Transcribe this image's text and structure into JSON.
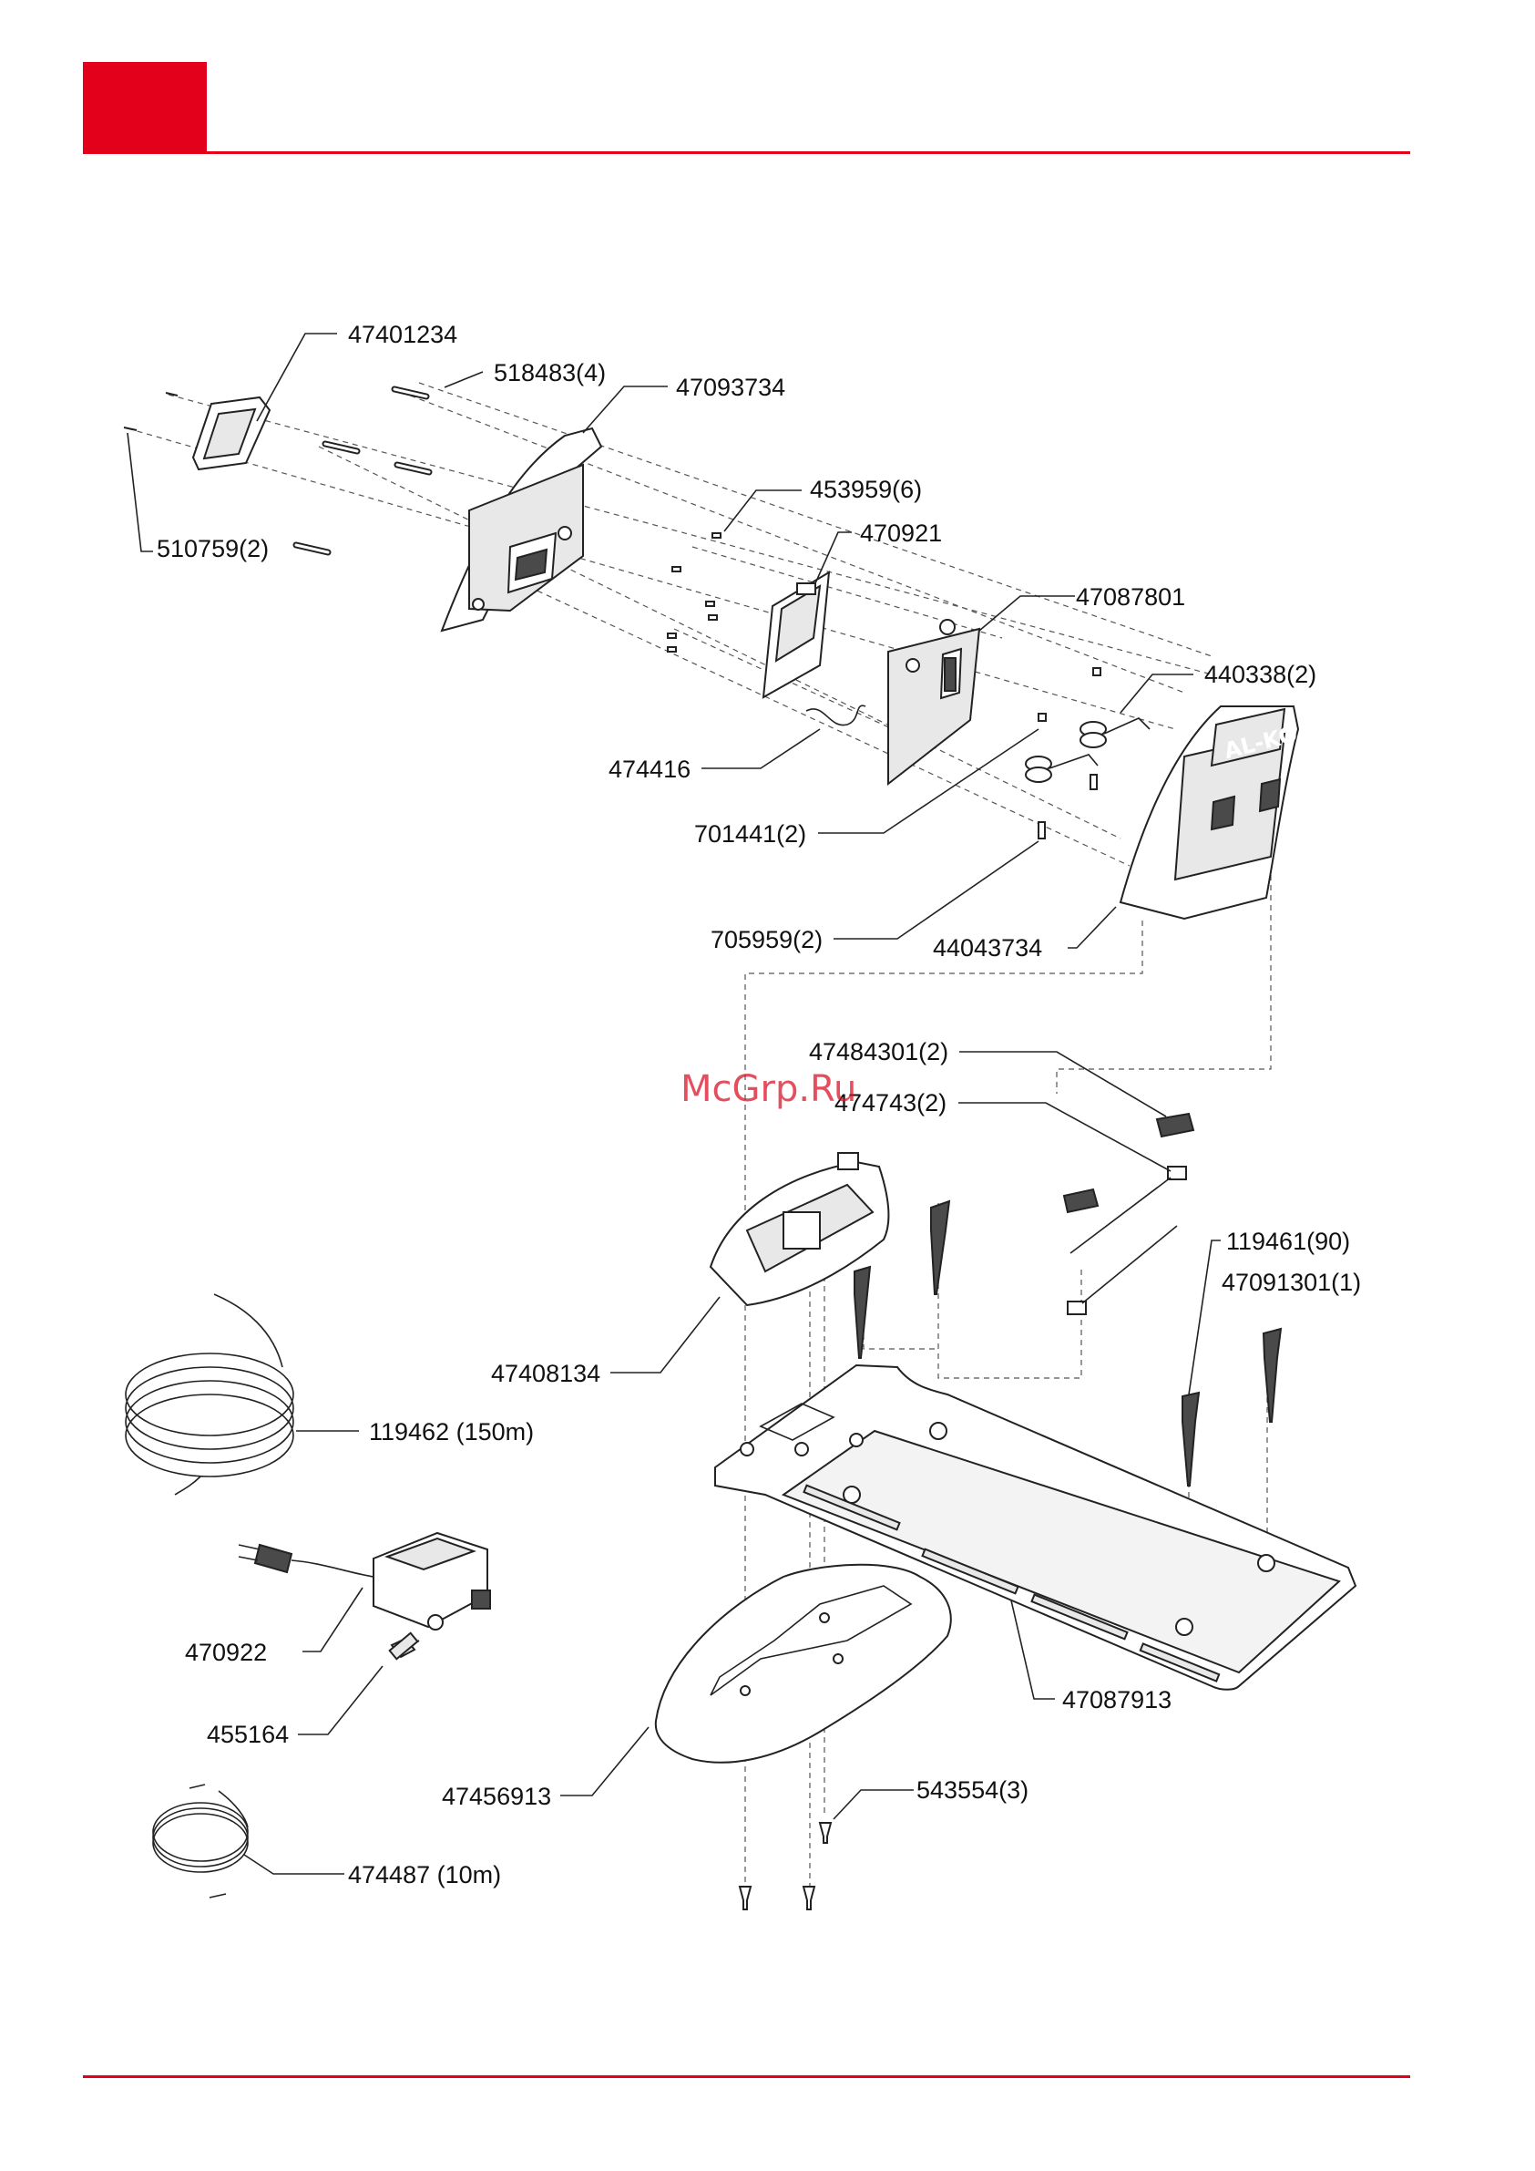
{
  "watermark": "McGrp.Ru",
  "logo_text": "AL-KO",
  "part_labels": {
    "p47401234": "47401234",
    "p518483": "518483(4)",
    "p47093734": "47093734",
    "p510759": "510759(2)",
    "p453959": "453959(6)",
    "p470921": "470921",
    "p47087801": "47087801",
    "p440338": "440338(2)",
    "p474416": "474416",
    "p701441": "701441(2)",
    "p705959": "705959(2)",
    "p44043734": "44043734",
    "p47484301": "47484301(2)",
    "p474743": "474743(2)",
    "p119461": "119461(90)",
    "p47091301": "47091301(1)",
    "p47408134": "47408134",
    "p119462": "119462 (150m)",
    "p470922": "470922",
    "p455164": "455164",
    "p47087913": "47087913",
    "p47456913": "47456913",
    "p543554": "543554(3)",
    "p474487": "474487 (10m)"
  },
  "colors": {
    "accent": "#e2001a",
    "watermark": "#d9142a"
  }
}
